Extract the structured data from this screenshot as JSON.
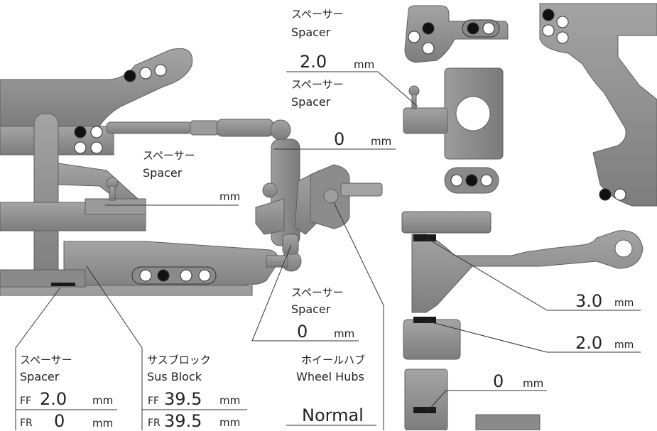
{
  "spacer_jp": "スペーサー",
  "spacer_en": "Spacer",
  "unit": "mm",
  "upper_link_top": {
    "value": "2.0",
    "unit": "mm"
  },
  "upper_link_ball": {
    "value": "0",
    "unit": "mm"
  },
  "upper_mid": {
    "unit": "mm"
  },
  "knuckle_spacer": {
    "value": "0",
    "unit": "mm"
  },
  "arm_top_spacer": {
    "value": "3.0",
    "unit": "mm"
  },
  "arm_bottom_spacer": {
    "value": "2.0",
    "unit": "mm"
  },
  "lower_right_spacer": {
    "value": "0",
    "unit": "mm"
  },
  "block_spacer": {
    "rows": [
      {
        "prefix": "FF",
        "value": "2.0",
        "unit": "mm"
      },
      {
        "prefix": "FR",
        "value": "0",
        "unit": "mm"
      }
    ]
  },
  "sus_block": {
    "title_jp": "サスブロック",
    "title_en": "Sus Block",
    "rows": [
      {
        "prefix": "FF",
        "value": "39.5",
        "unit": "mm"
      },
      {
        "prefix": "FR",
        "value": "39.5",
        "unit": "mm"
      }
    ]
  },
  "wheel_hubs": {
    "title_jp": "ホイールハブ",
    "title_en": "Wheel Hubs",
    "value": "Normal"
  },
  "colors": {
    "part_fill": "#8f8f8f",
    "part_dark": "#6f6f6f",
    "part_light": "#b5b5b5",
    "hole_filled": "#111111",
    "hole_open": "#ffffff",
    "spacer_mark": "#1a1a1a",
    "leader_line": "#333333"
  }
}
